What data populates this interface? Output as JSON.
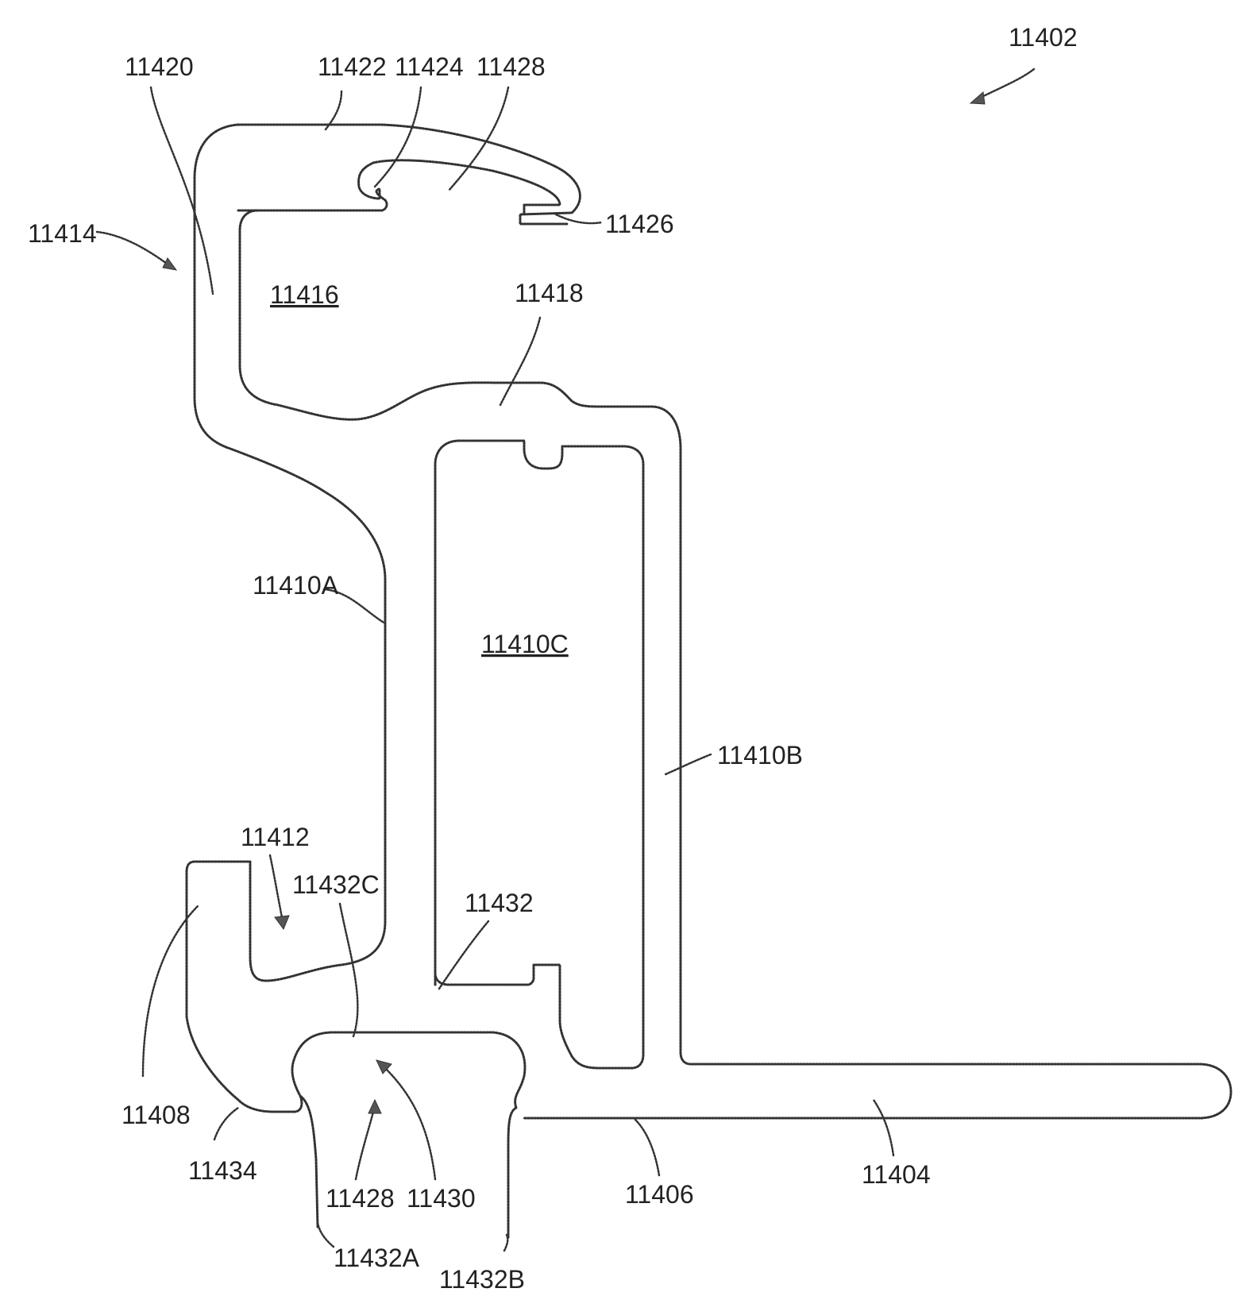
{
  "figure": {
    "labels": {
      "l11402": "11402",
      "l11420": "11420",
      "l11422": "11422",
      "l11424": "11424",
      "l11428top": "11428",
      "l11414": "11414",
      "l11426": "11426",
      "l11416": "11416",
      "l11418": "11418",
      "l11410A": "11410A",
      "l11410C": "11410C",
      "l11410B": "11410B",
      "l11412": "11412",
      "l11432C": "11432C",
      "l11432": "11432",
      "l11408": "11408",
      "l11434": "11434",
      "l11428bottom": "11428",
      "l11430": "11430",
      "l11406": "11406",
      "l11404": "11404",
      "l11432A": "11432A",
      "l11432B": "11432B"
    }
  }
}
